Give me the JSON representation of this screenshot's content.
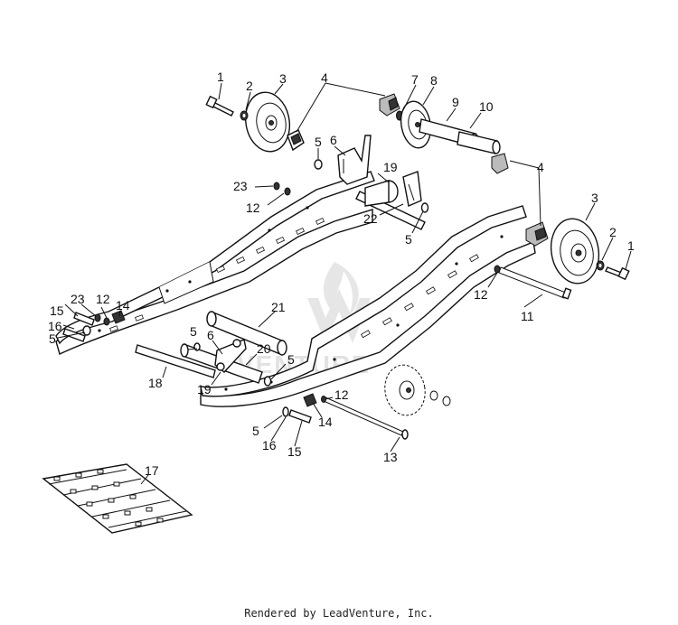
{
  "footer": {
    "credit": "Rendered by LeadVenture, Inc."
  },
  "watermark": {
    "text": "VENTURE"
  },
  "callouts": {
    "c1a": "1",
    "c2a": "2",
    "c3a": "3",
    "c4a": "4",
    "c5a": "5",
    "c6a": "6",
    "c7": "7",
    "c8": "8",
    "c9": "9",
    "c10": "10",
    "c19a": "19",
    "c23a": "23",
    "c12a": "12",
    "c22": "22",
    "c5b": "5",
    "c4b": "4",
    "c3b": "3",
    "c2b": "2",
    "c1b": "1",
    "c12b": "12",
    "c11": "11",
    "c15a": "15",
    "c23b": "23",
    "c12c": "12",
    "c14a": "14",
    "c16a": "16",
    "c5c": "5",
    "c21": "21",
    "c5d": "5",
    "c6b": "6",
    "c20": "20",
    "c5e": "5",
    "c18": "18",
    "c19b": "19",
    "c12d": "12",
    "c14b": "14",
    "c5f": "5",
    "c16b": "16",
    "c15b": "15",
    "c13": "13",
    "c17": "17"
  }
}
